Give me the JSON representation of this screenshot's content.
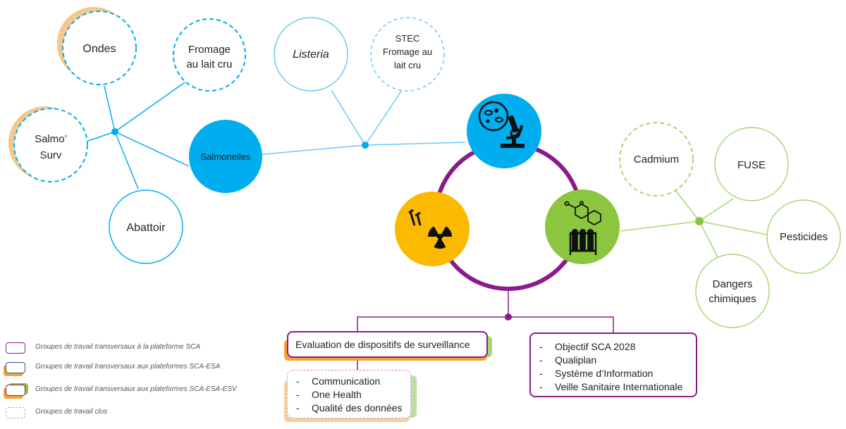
{
  "colors": {
    "blue": "#00adee",
    "light_blue": "#6cc9ef",
    "purple": "#8b1a8b",
    "orange": "#f4a434",
    "yellow": "#fbb900",
    "green": "#8cc63f",
    "light_green": "#a6d873",
    "pink_dashed": "#d58fcd"
  },
  "hubs": {
    "bacteria": {
      "icon": "microscope-bacteria-icon"
    },
    "radiation": {
      "icon": "radiation-icon"
    },
    "chemistry": {
      "icon": "test-tubes-molecule-icon"
    }
  },
  "blue_branch": {
    "salmonelles": "Salmonelles",
    "ondes": "Ondes",
    "fromage": [
      "Fromage",
      "au lait cru"
    ],
    "salmo_surv": [
      "Salmo’",
      "Surv"
    ],
    "abattoir": "Abattoir",
    "listeria": "Listeria",
    "stec": [
      "STEC",
      "Fromage au",
      "lait cru"
    ]
  },
  "green_branch": {
    "cadmium": "Cadmium",
    "fuse": "FUSE",
    "pesticides": "Pesticides",
    "dangers": [
      "Dangers",
      "chimiques"
    ]
  },
  "boxes": {
    "evaluation": "Evaluation de dispositifs de surveillance",
    "closed_groups": [
      "Communication",
      "One Health",
      "Qualité des données"
    ],
    "sca_groups": [
      "Objectif SCA 2028",
      "Qualiplan",
      "Système d’Information",
      "Veille Sanitaire Internationale"
    ]
  },
  "legend": [
    "Groupes de travail transversaux à la plateforme SCA",
    "Groupes de travail transversaux aux plateformes SCA-ESA",
    "Groupes de travail transversaux aux plateformes SCA-ESA-ESV",
    "Groupes de travail clos"
  ]
}
